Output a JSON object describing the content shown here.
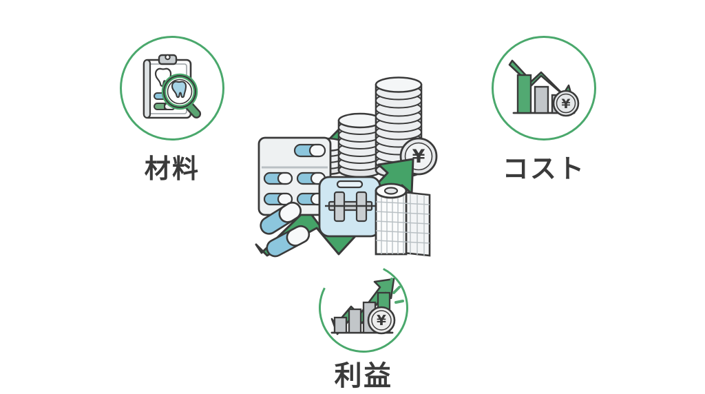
{
  "page": {
    "background": "#ffffff",
    "accent_green": "#45a368",
    "accent_green_dark": "#2f8f57",
    "accent_blue": "#8cc6dd",
    "outline": "#3a3a3a",
    "label_color": "#3a3a3a",
    "currency_symbol": "¥"
  },
  "nodes": [
    {
      "id": "material",
      "label": "材料",
      "icon_name": "clipboard-tooth-magnifier-icon",
      "ring_color": "#4aa86c",
      "position": "top-left"
    },
    {
      "id": "cost",
      "label": "コスト",
      "icon_name": "declining-bar-chart-yen-icon",
      "ring_color": "#4aa86c",
      "position": "top-right"
    },
    {
      "id": "profit",
      "label": "利益",
      "icon_name": "rising-bar-chart-yen-sparkle-icon",
      "ring_color": "#4aa86c",
      "position": "bottom-center"
    }
  ],
  "center": {
    "name": "dental-supplies-coins-growth-illustration",
    "elements": [
      "upward-arrow-upper",
      "upward-arrow-lower",
      "coin-stack-small",
      "coin-stack-medium",
      "coin-stack-tall",
      "yen-coin",
      "blister-pack",
      "loose-capsules",
      "bracket-kit-box",
      "gauze-roll"
    ],
    "coin_stacks": [
      {
        "name": "coin-stack-small",
        "coins": 4
      },
      {
        "name": "coin-stack-medium",
        "coins": 7
      },
      {
        "name": "coin-stack-tall",
        "coins": 11
      }
    ]
  },
  "cost_icon": {
    "bars": [
      {
        "height_pct": 100,
        "color": "#52a972"
      },
      {
        "height_pct": 72,
        "color": "#c2c6c9"
      },
      {
        "height_pct": 50,
        "color": "#c2c6c9"
      }
    ],
    "arrow_direction": "down-right",
    "coin_symbol": "¥"
  },
  "profit_icon": {
    "bars": [
      {
        "height_pct": 36,
        "color": "#c2c6c9"
      },
      {
        "height_pct": 58,
        "color": "#c2c6c9"
      },
      {
        "height_pct": 76,
        "color": "#c2c6c9"
      },
      {
        "height_pct": 100,
        "color": "#52a972"
      }
    ],
    "arrow_direction": "up-right",
    "coin_symbol": "¥",
    "sparkle_rays": 3
  },
  "material_icon": {
    "items": [
      "tooth-outline",
      "pill-bar-blue",
      "pill-bar-green",
      "magnifier-tooth"
    ],
    "magnifier_color": "#4aa86c",
    "tooth_fill": "#a6d4e6"
  }
}
